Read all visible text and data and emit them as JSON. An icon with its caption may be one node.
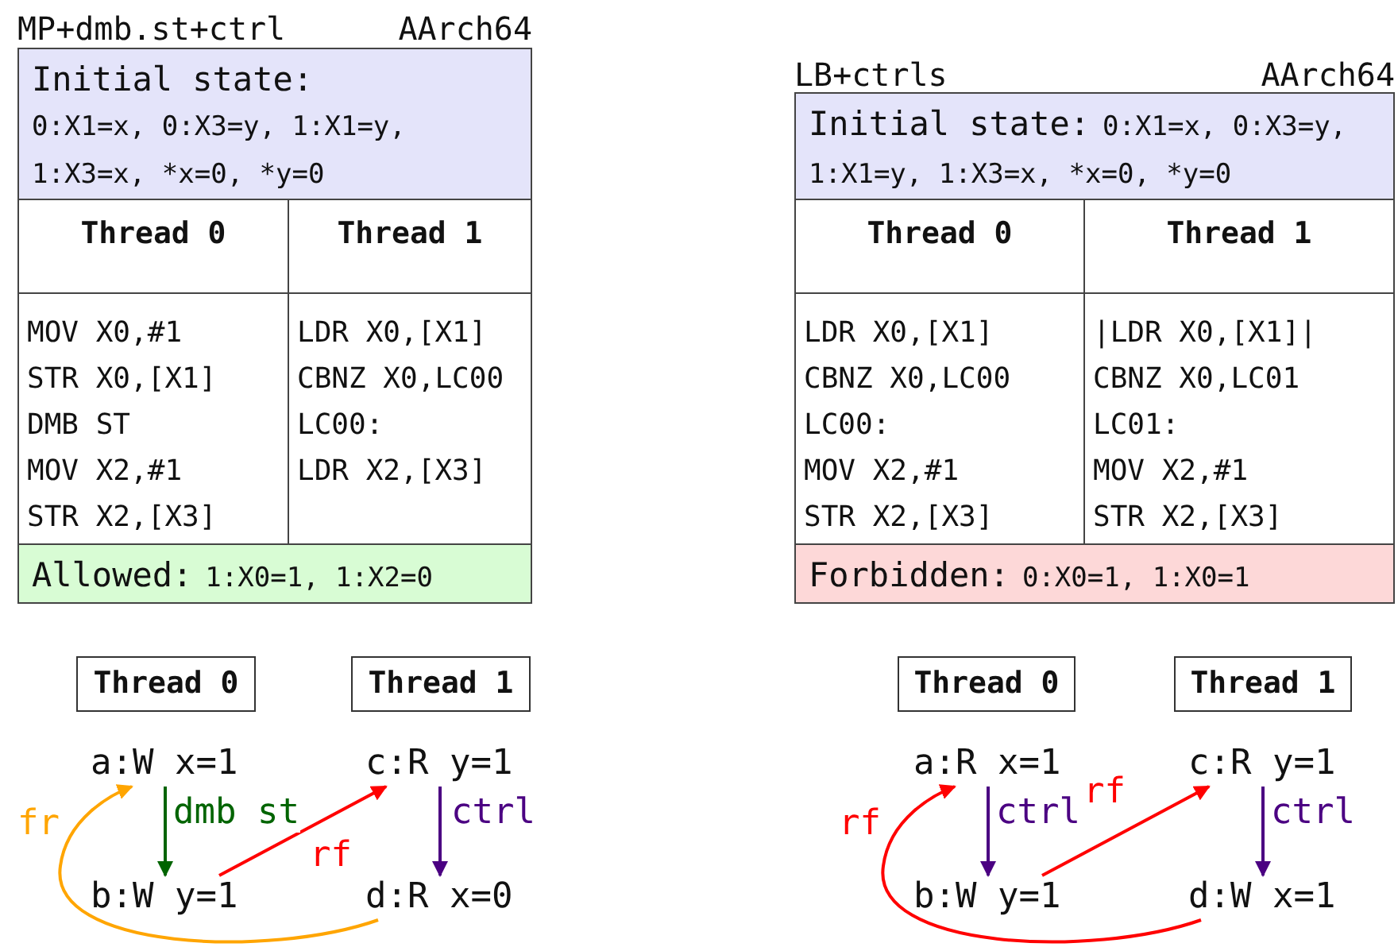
{
  "diagram": {
    "nodes": [
      {
        "text": [
          "Initial state:",
          "0:X1=x, 0:X3=y, 1:X1=y, 1:X3=x, *x=0, *y=0"
        ]
      },
      {
        "text": [
          "Thread 0"
        ]
      },
      {
        "text": [
          "Thread 1"
        ]
      },
      {
        "text": [
          "MOV X0,#1",
          "STR X0,[X1]",
          "DMB ST",
          "MOV X2,#1",
          "STR X2,[X3]"
        ]
      },
      {
        "text": [
          "LDR X0,[X1]",
          "CBNZ X0,LC00",
          "LC00:",
          "LDR X2,[X3]"
        ]
      },
      {
        "text": [
          "Allowed:",
          "1:X0=1, 1:X2=0"
        ]
      },
      {
        "text": [
          "Initial state:",
          "0:X1=x, 0:X3=y, 1:X1=y, 1:X3=x, *x=0, *y=0"
        ]
      },
      {
        "text": [
          "Thread 0"
        ]
      },
      {
        "text": [
          "Thread 1"
        ]
      },
      {
        "text": [
          "LDR X0,[X1]",
          "CBNZ X0,LC00",
          "LC00:",
          "MOV X2,#1",
          "STR X2,[X3]"
        ]
      },
      {
        "text": [
          "|LDR X0,[X1]|",
          "CBNZ X0,LC01",
          "LC01:",
          "MOV X2,#1",
          "STR X2,[X3]"
        ]
      },
      {
        "text": [
          "Forbidden:",
          "0:X0=1, 1:X0=1"
        ]
      },
      {
        "text": [
          "Thread 0"
        ]
      },
      {
        "text": [
          "Thread 1"
        ]
      },
      {
        "text": [
          "a:W x=1"
        ]
      },
      {
        "text": [
          "b:W y=1"
        ]
      },
      {
        "text": [
          "c:R y=1"
        ]
      },
      {
        "text": [
          "d:R x=0"
        ]
      },
      {
        "text": [
          "Thread 0"
        ]
      },
      {
        "text": [
          "Thread 1"
        ]
      },
      {
        "text": [
          "a:R x=1"
        ]
      },
      {
        "text": [
          "b:W y=1"
        ]
      },
      {
        "text": [
          "c:R y=1"
        ]
      },
      {
        "text": [
          "d:W x=1"
        ]
      }
    ],
    "edges": [
      {
        "from": 14,
        "to": 15,
        "arrow": "to",
        "label": "dmb st",
        "color": "#006400"
      },
      {
        "from": 16,
        "to": 17,
        "arrow": "to",
        "label": "ctrl",
        "color": "#4b0082"
      },
      {
        "from": 15,
        "to": 16,
        "arrow": "to",
        "label": "rf",
        "color": "#ff0000"
      },
      {
        "from": 17,
        "to": 14,
        "arrow": "to",
        "label": "fr",
        "color": "#ffa500"
      },
      {
        "from": 20,
        "to": 21,
        "arrow": "to",
        "label": "ctrl",
        "color": "#4b0082"
      },
      {
        "from": 22,
        "to": 23,
        "arrow": "to",
        "label": "ctrl",
        "color": "#4b0082"
      },
      {
        "from": 21,
        "to": 22,
        "arrow": "to",
        "label": "rf",
        "color": "#ff0000"
      },
      {
        "from": 23,
        "to": 20,
        "arrow": "to",
        "label": "rf",
        "color": "#ff0000"
      }
    ],
    "labels": [
      "MP+dmb.st+ctrl",
      "AArch64",
      "LB+ctrls",
      "AArch64"
    ]
  }
}
